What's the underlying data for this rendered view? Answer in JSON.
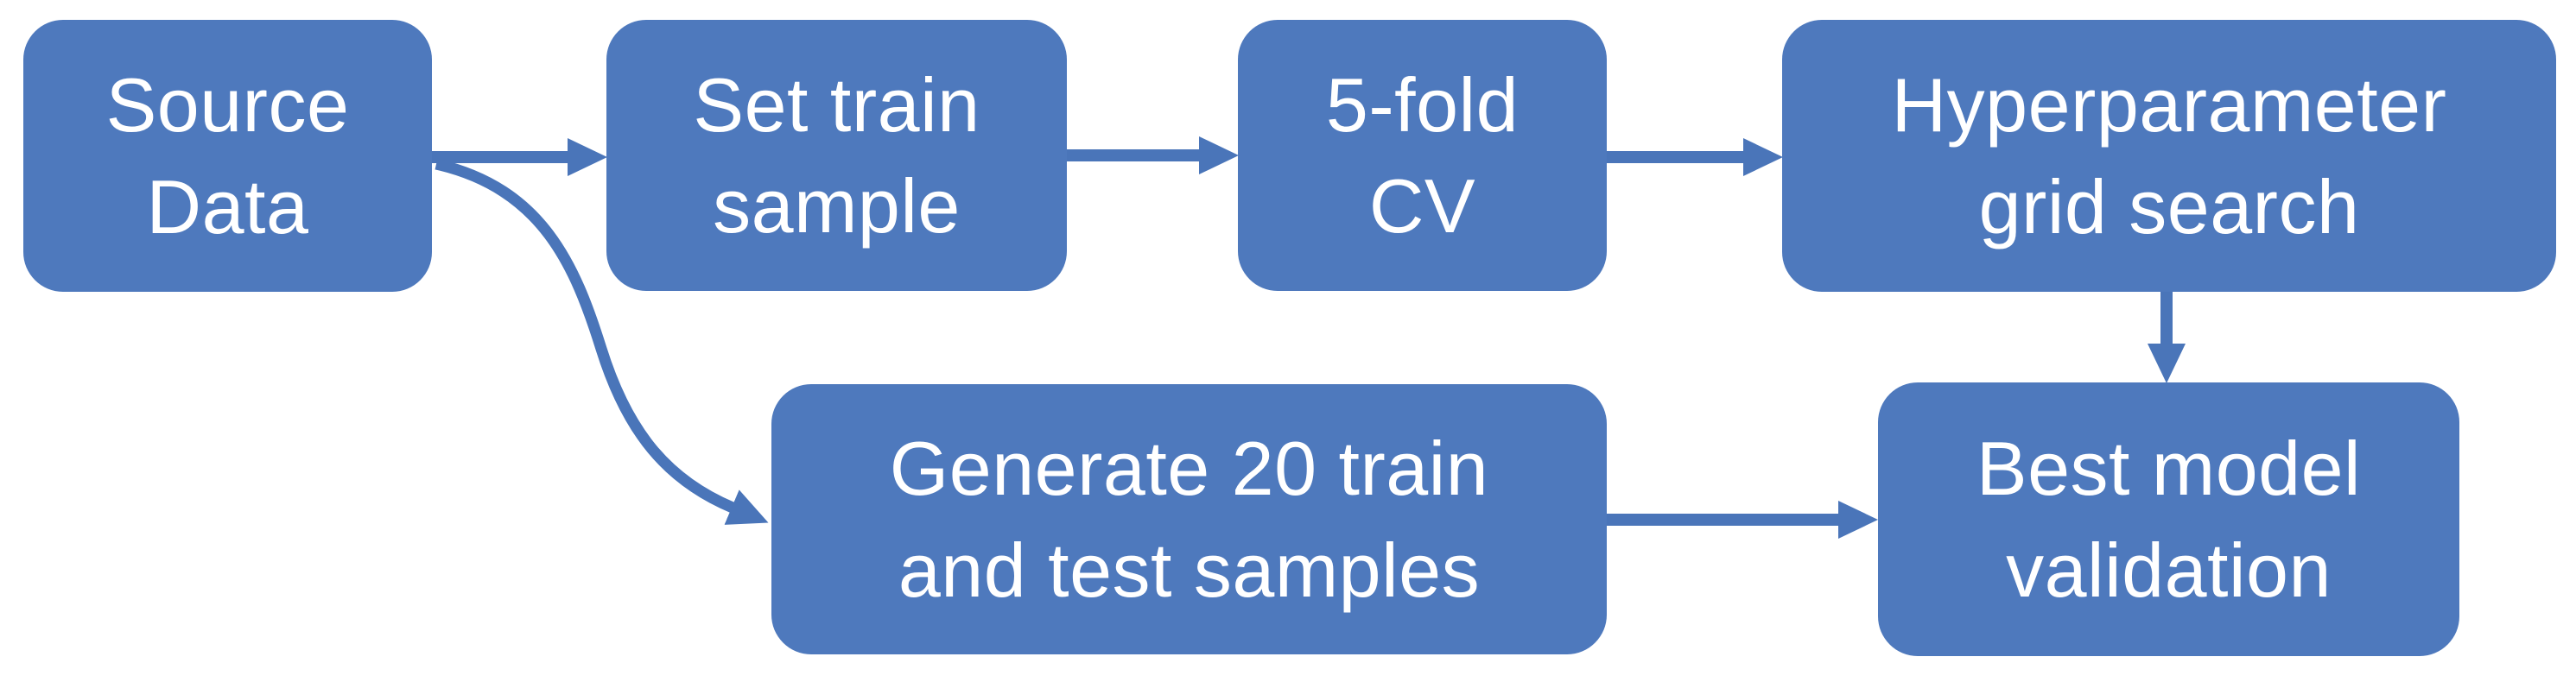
{
  "diagram": {
    "type": "flowchart",
    "colors": {
      "background": "#ffffff",
      "node_fill": "#4e79bd",
      "arrow_color": "#4a75b9",
      "text_color": "#ffffff"
    },
    "nodes": [
      {
        "id": "source-data",
        "label": "Source\nData"
      },
      {
        "id": "set-train-sample",
        "label": "Set train\nsample"
      },
      {
        "id": "five-fold-cv",
        "label": "5-fold\nCV"
      },
      {
        "id": "hyperparameter-grid-search",
        "label": "Hyperparameter\ngrid search"
      },
      {
        "id": "generate-20-train-and-test-samples",
        "label": "Generate 20 train\nand test samples"
      },
      {
        "id": "best-model-validation",
        "label": "Best model\nvalidation"
      }
    ],
    "edges": [
      {
        "from": "source-data",
        "to": "set-train-sample"
      },
      {
        "from": "source-data",
        "to": "generate-20-train-and-test-samples"
      },
      {
        "from": "set-train-sample",
        "to": "five-fold-cv"
      },
      {
        "from": "five-fold-cv",
        "to": "hyperparameter-grid-search"
      },
      {
        "from": "hyperparameter-grid-search",
        "to": "best-model-validation"
      },
      {
        "from": "generate-20-train-and-test-samples",
        "to": "best-model-validation"
      }
    ]
  }
}
